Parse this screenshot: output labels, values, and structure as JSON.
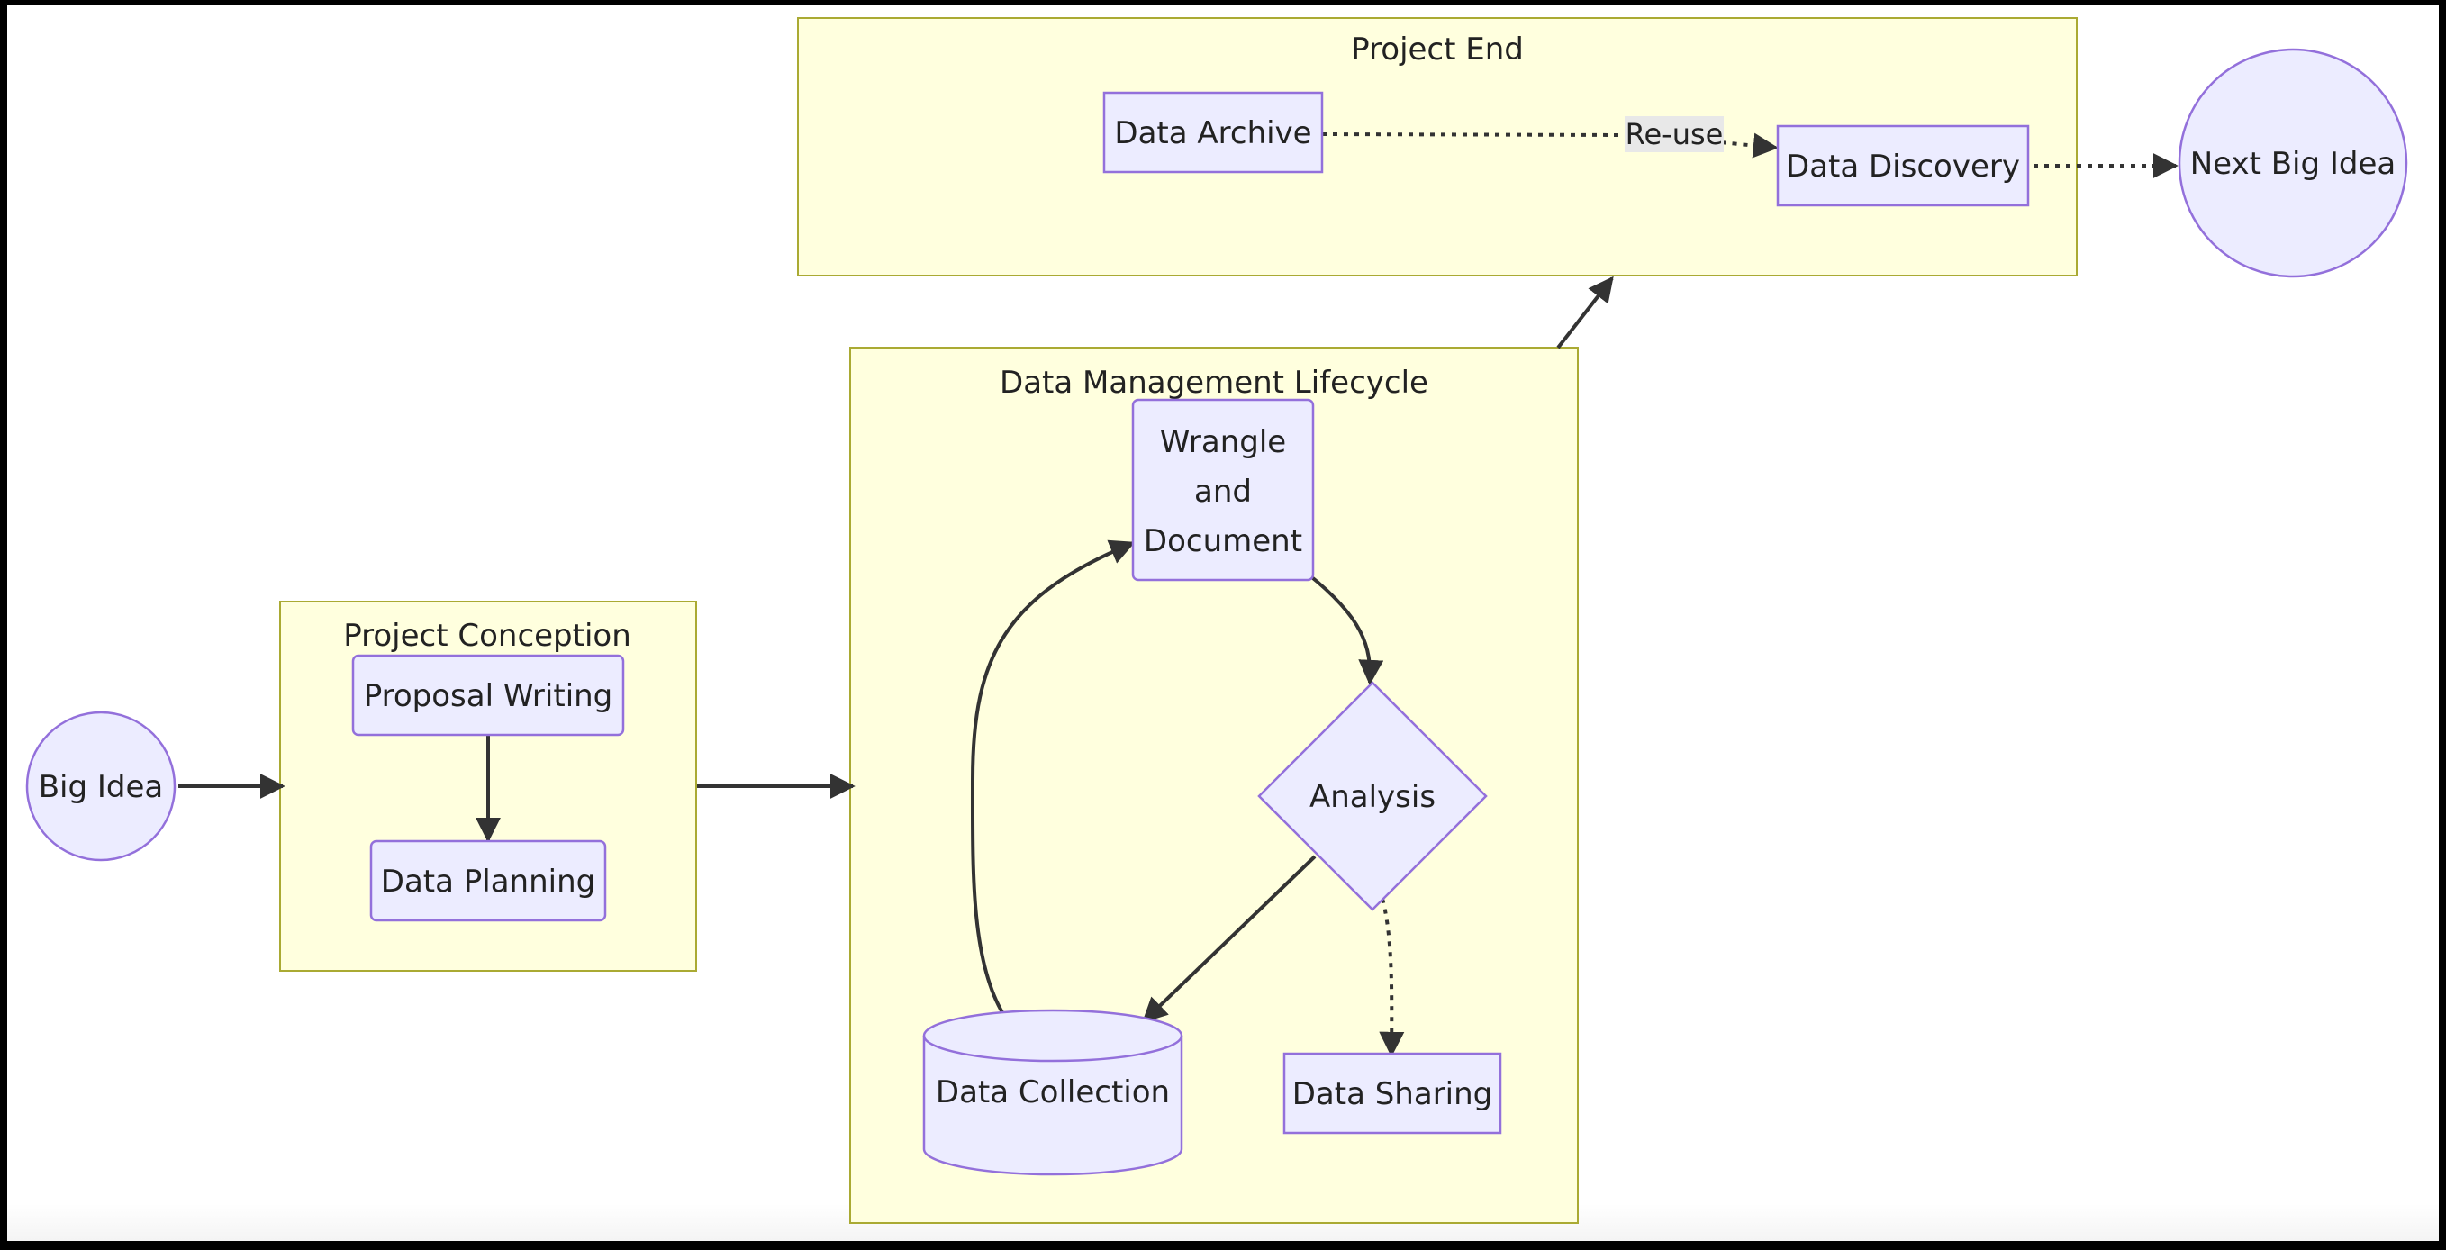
{
  "diagram": {
    "clusters": {
      "project_end": "Project End",
      "lifecycle": "Data Management Lifecycle",
      "conception": "Project Conception"
    },
    "nodes": {
      "big_idea": "Big Idea",
      "proposal_writing": "Proposal Writing",
      "data_planning": "Data Planning",
      "wrangle_1": "Wrangle",
      "wrangle_2": "and",
      "wrangle_3": "Document",
      "analysis": "Analysis",
      "data_collection": "Data Collection",
      "data_sharing": "Data Sharing",
      "data_archive": "Data Archive",
      "data_discovery": "Data Discovery",
      "next_big_idea": "Next Big Idea"
    },
    "edges": {
      "reuse_label": "Re-use"
    },
    "colors": {
      "cluster_fill": "#ffffde",
      "cluster_stroke": "#aaaa33",
      "node_fill": "#ececff",
      "node_stroke": "#9370db",
      "edge": "#333333"
    }
  }
}
